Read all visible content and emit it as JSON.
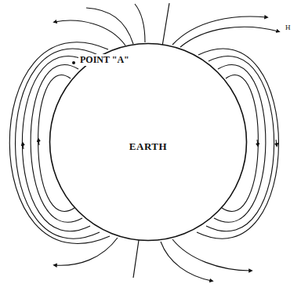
{
  "diagram": {
    "nodes": [
      {
        "text": [
          "EARTH"
        ]
      }
    ],
    "labels": [
      "POINT \"A\"",
      "H"
    ]
  }
}
